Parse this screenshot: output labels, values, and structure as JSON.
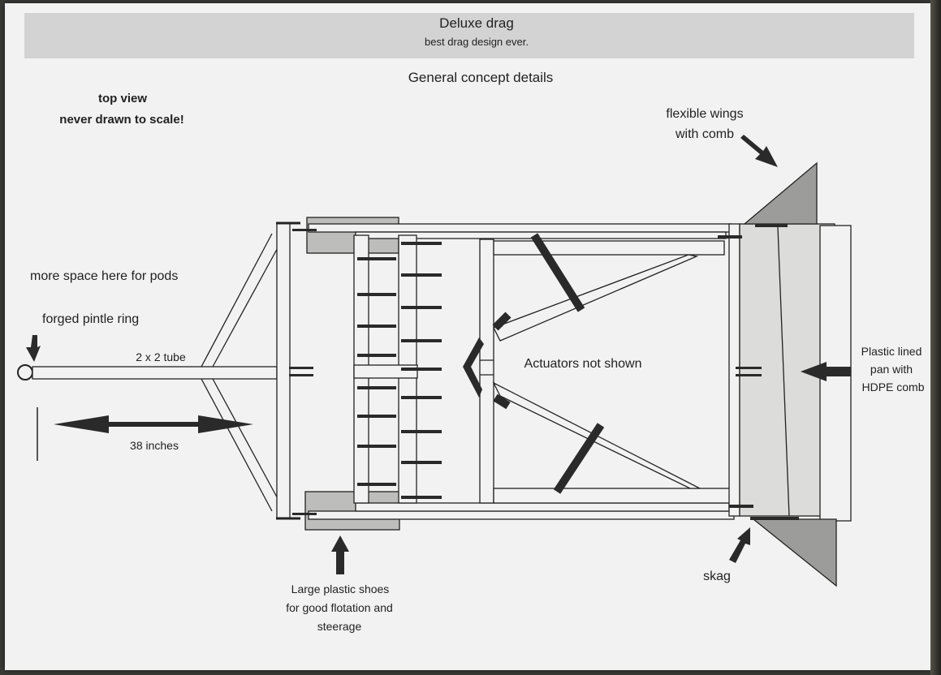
{
  "header": {
    "title": "Deluxe drag",
    "subtitle": "best drag design ever."
  },
  "section_title": "General concept details",
  "view_note": {
    "line1": "top view",
    "line2": "never drawn to scale!"
  },
  "labels": {
    "pods": "more space here for pods",
    "pintle": "forged pintle ring",
    "tube": "2 x 2 tube",
    "dimension": "38 inches",
    "actuators": "Actuators not shown",
    "wings_line1": "flexible wings",
    "wings_line2": "with comb",
    "pan_line1": "Plastic lined",
    "pan_line2": "pan with",
    "pan_line3": "HDPE comb",
    "shoes_line1": "Large plastic shoes",
    "shoes_line2": "for good flotation and",
    "shoes_line3": "steerage",
    "skag": "skag"
  },
  "colors": {
    "paper": "#f1f2f1",
    "banner": "#d2d3d2",
    "line": "#222222",
    "dark_fill": "#2a2a2a",
    "shoe_fill": "#bdbdbb",
    "wing_fill": "#9c9c9a",
    "pan_fill": "#dcdcda"
  }
}
